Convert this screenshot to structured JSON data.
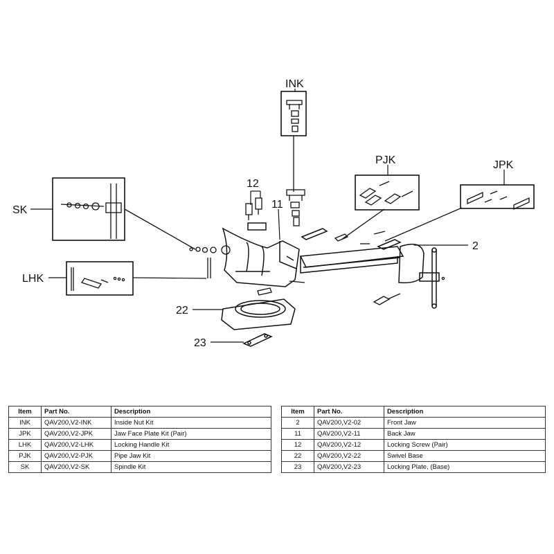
{
  "callouts": {
    "ink": "INK",
    "pjk": "PJK",
    "jpk": "JPK",
    "sk": "SK",
    "lhk": "LHK",
    "n12": "12",
    "n11": "11",
    "n2": "2",
    "n22": "22",
    "n23": "23"
  },
  "table_headers": {
    "item": "Item",
    "part_no": "Part No.",
    "description": "Description"
  },
  "left_table": [
    {
      "item": "INK",
      "part_no": "QAV200,V2-INK",
      "description": "Inside Nut Kit"
    },
    {
      "item": "JPK",
      "part_no": "QAV200,V2-JPK",
      "description": "Jaw Face Plate Kit (Pair)"
    },
    {
      "item": "LHK",
      "part_no": "QAV200,V2-LHK",
      "description": "Locking Handle Kit"
    },
    {
      "item": "PJK",
      "part_no": "QAV200,V2-PJK",
      "description": "Pipe Jaw Kit"
    },
    {
      "item": "SK",
      "part_no": "QAV200,V2-SK",
      "description": "Spindle Kit"
    }
  ],
  "right_table": [
    {
      "item": "2",
      "part_no": "QAV200,V2-02",
      "description": "Front Jaw"
    },
    {
      "item": "11",
      "part_no": "QAV200,V2-11",
      "description": "Back Jaw"
    },
    {
      "item": "12",
      "part_no": "QAV200,V2-12",
      "description": "Locking Screw (Pair)"
    },
    {
      "item": "22",
      "part_no": "QAV200,V2-22",
      "description": "Swivel Base"
    },
    {
      "item": "23",
      "part_no": "QAV200,V2-23",
      "description": "Locking Plate, (Base)"
    }
  ]
}
